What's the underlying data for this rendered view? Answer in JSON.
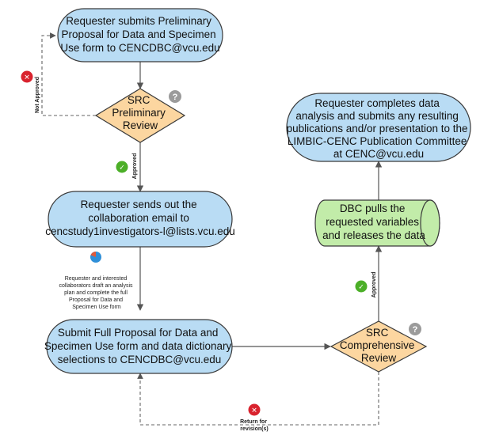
{
  "nodes": {
    "submit_preliminary": [
      "Requester submits Preliminary",
      "Proposal for Data and Specimen",
      "Use form to CENCDBC@vcu.edu"
    ],
    "src_preliminary": [
      "SRC",
      "Preliminary",
      "Review"
    ],
    "collab_email": [
      "Requester sends out the",
      "collaboration email to",
      "cencstudy1investigators-l@lists.vcu.edu"
    ],
    "draft_note": [
      "Requester and interested",
      "collaborators draft an analysis",
      "plan and complete the full",
      "Proposal for Data and",
      "Specimen Use form"
    ],
    "submit_full": [
      "Submit Full Proposal for Data and",
      "Specimen Use form and data dictionary",
      "selections to CENCDBC@vcu.edu"
    ],
    "src_comprehensive": [
      "SRC",
      "Comprehensive",
      "Review"
    ],
    "dbc_pulls": [
      "DBC pulls the",
      "requested variables",
      "and releases the data"
    ],
    "complete_analysis": [
      "Requester completes data",
      "analysis and submits any resulting",
      "publications and/or presentation to the",
      "LIMBIC-CENC Publication Committee",
      "at CENC@vcu.edu"
    ]
  },
  "edge_labels": {
    "not_approved": "Not Approved",
    "approved_1": "Approved",
    "approved_2": "Approved",
    "return_revision": [
      "Return for",
      "revision(s)"
    ]
  },
  "icons": {
    "help": "?",
    "approved": "✓",
    "rejected": "✕"
  },
  "colors": {
    "terminal_fill": "#b9dcf4",
    "decision_fill": "#fcd6a0",
    "data_fill": "#c2eca9",
    "approved_green": "#4caf28",
    "rejected_red": "#d9232e",
    "help_gray": "#9b9b9b"
  }
}
